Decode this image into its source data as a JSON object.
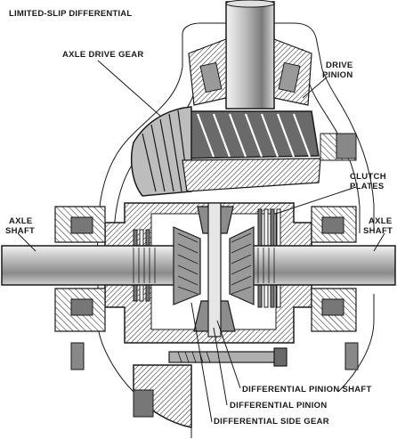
{
  "title": "LIMITED-SLIP DIFFERENTIAL",
  "labels": {
    "axle_drive_gear": "AXLE DRIVE GEAR",
    "drive_pinion_1": "DRIVE",
    "drive_pinion_2": "PINION",
    "clutch_plates_1": "CLUTCH",
    "clutch_plates_2": "PLATES",
    "axle_shaft_left_1": "AXLE",
    "axle_shaft_left_2": "SHAFT",
    "axle_shaft_right_1": "AXLE",
    "axle_shaft_right_2": "SHAFT",
    "differential_pinion_shaft": "DIFFERENTIAL PINION SHAFT",
    "differential_pinion": "DIFFERENTIAL PINION",
    "differential_side_gear": "DIFFERENTIAL SIDE GEAR"
  },
  "colors": {
    "ink": "#1a1a1a",
    "background": "#ffffff",
    "shade_light": "#d9d9d9",
    "shade_mid": "#a8a8a8",
    "shade_dark": "#555555"
  }
}
